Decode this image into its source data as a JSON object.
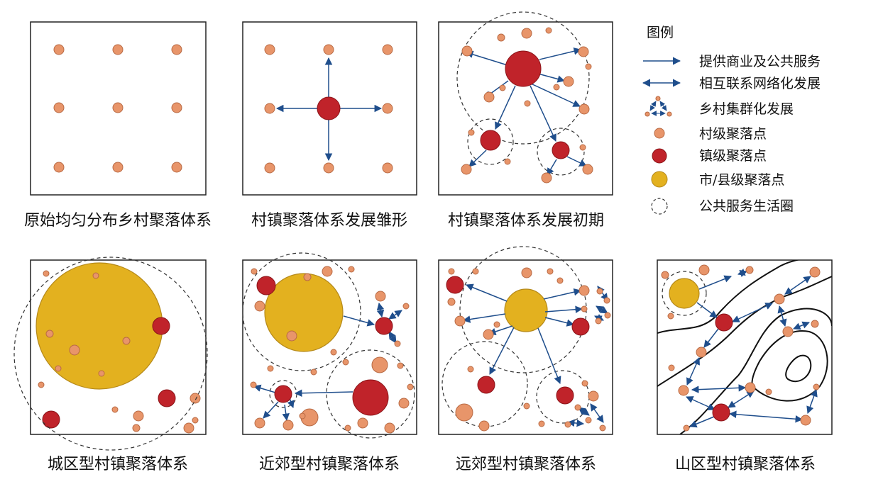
{
  "colors": {
    "village": "#e8956a",
    "village_stroke": "#b86a44",
    "town": "#c0232a",
    "town_stroke": "#8a1418",
    "city": "#e3b11f",
    "city_stroke": "#b5891a",
    "arrow": "#1f4e8c",
    "circle": "#333333",
    "frame": "#222222"
  },
  "panels": [
    {
      "caption": "原始均匀分布乡村聚落体系"
    },
    {
      "caption": "村镇聚落体系发展雏形"
    },
    {
      "caption": "村镇聚落体系发展初期"
    },
    {
      "caption": "城区型村镇聚落体系"
    },
    {
      "caption": "近郊型村镇聚落体系"
    },
    {
      "caption": "远郊型村镇聚落体系"
    },
    {
      "caption": "山区型村镇聚落体系"
    }
  ],
  "legend": {
    "title": "图例",
    "items": [
      {
        "label": "提供商业及公共服务",
        "icon": "one-way-arrow-icon"
      },
      {
        "label": "相互联系网络化发展",
        "icon": "two-way-arrow-icon"
      },
      {
        "label": "乡村集群化发展",
        "icon": "cluster-triangle-icon"
      },
      {
        "label": "村级聚落点",
        "icon": "village-dot-icon"
      },
      {
        "label": "镇级聚落点",
        "icon": "town-dot-icon"
      },
      {
        "label": "市/县级聚落点",
        "icon": "city-dot-icon"
      },
      {
        "label": "公共服务生活圈",
        "icon": "dashed-circle-icon"
      }
    ]
  }
}
